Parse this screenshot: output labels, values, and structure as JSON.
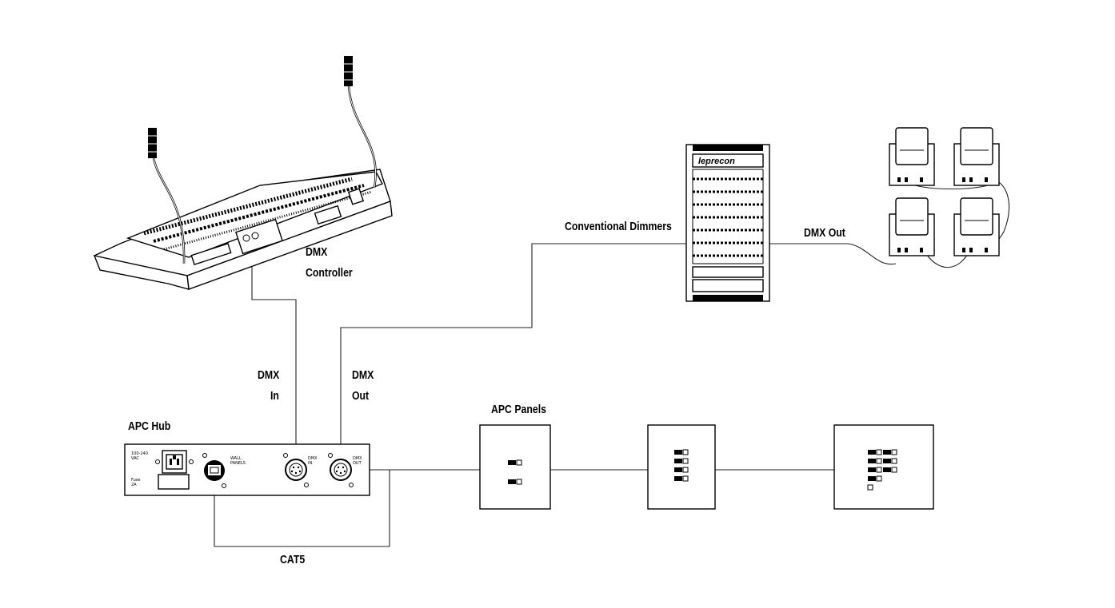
{
  "labels": {
    "dmx_controller": [
      "DMX",
      "Controller"
    ],
    "conventional_dimmers": "Conventional Dimmers",
    "dmx_out_dimmer": "DMX Out",
    "dmx_in": [
      "DMX",
      "In"
    ],
    "dmx_out": [
      "DMX",
      "Out"
    ],
    "apc_hub": "APC Hub",
    "apc_panels": "APC Panels",
    "cat5": "CAT5"
  },
  "hub_text": {
    "power": [
      "100-240",
      "VAC"
    ],
    "fuse": [
      "Fuse",
      "2A"
    ],
    "wall_panels": [
      "WALL",
      "PANELS"
    ],
    "dmx_in_port": [
      "DMX",
      "IN"
    ],
    "dmx_out_port": [
      "DMX",
      "OUT"
    ]
  },
  "dimmer_brand": "leprecon",
  "colors": {
    "line": "#000000",
    "background": "#ffffff"
  }
}
